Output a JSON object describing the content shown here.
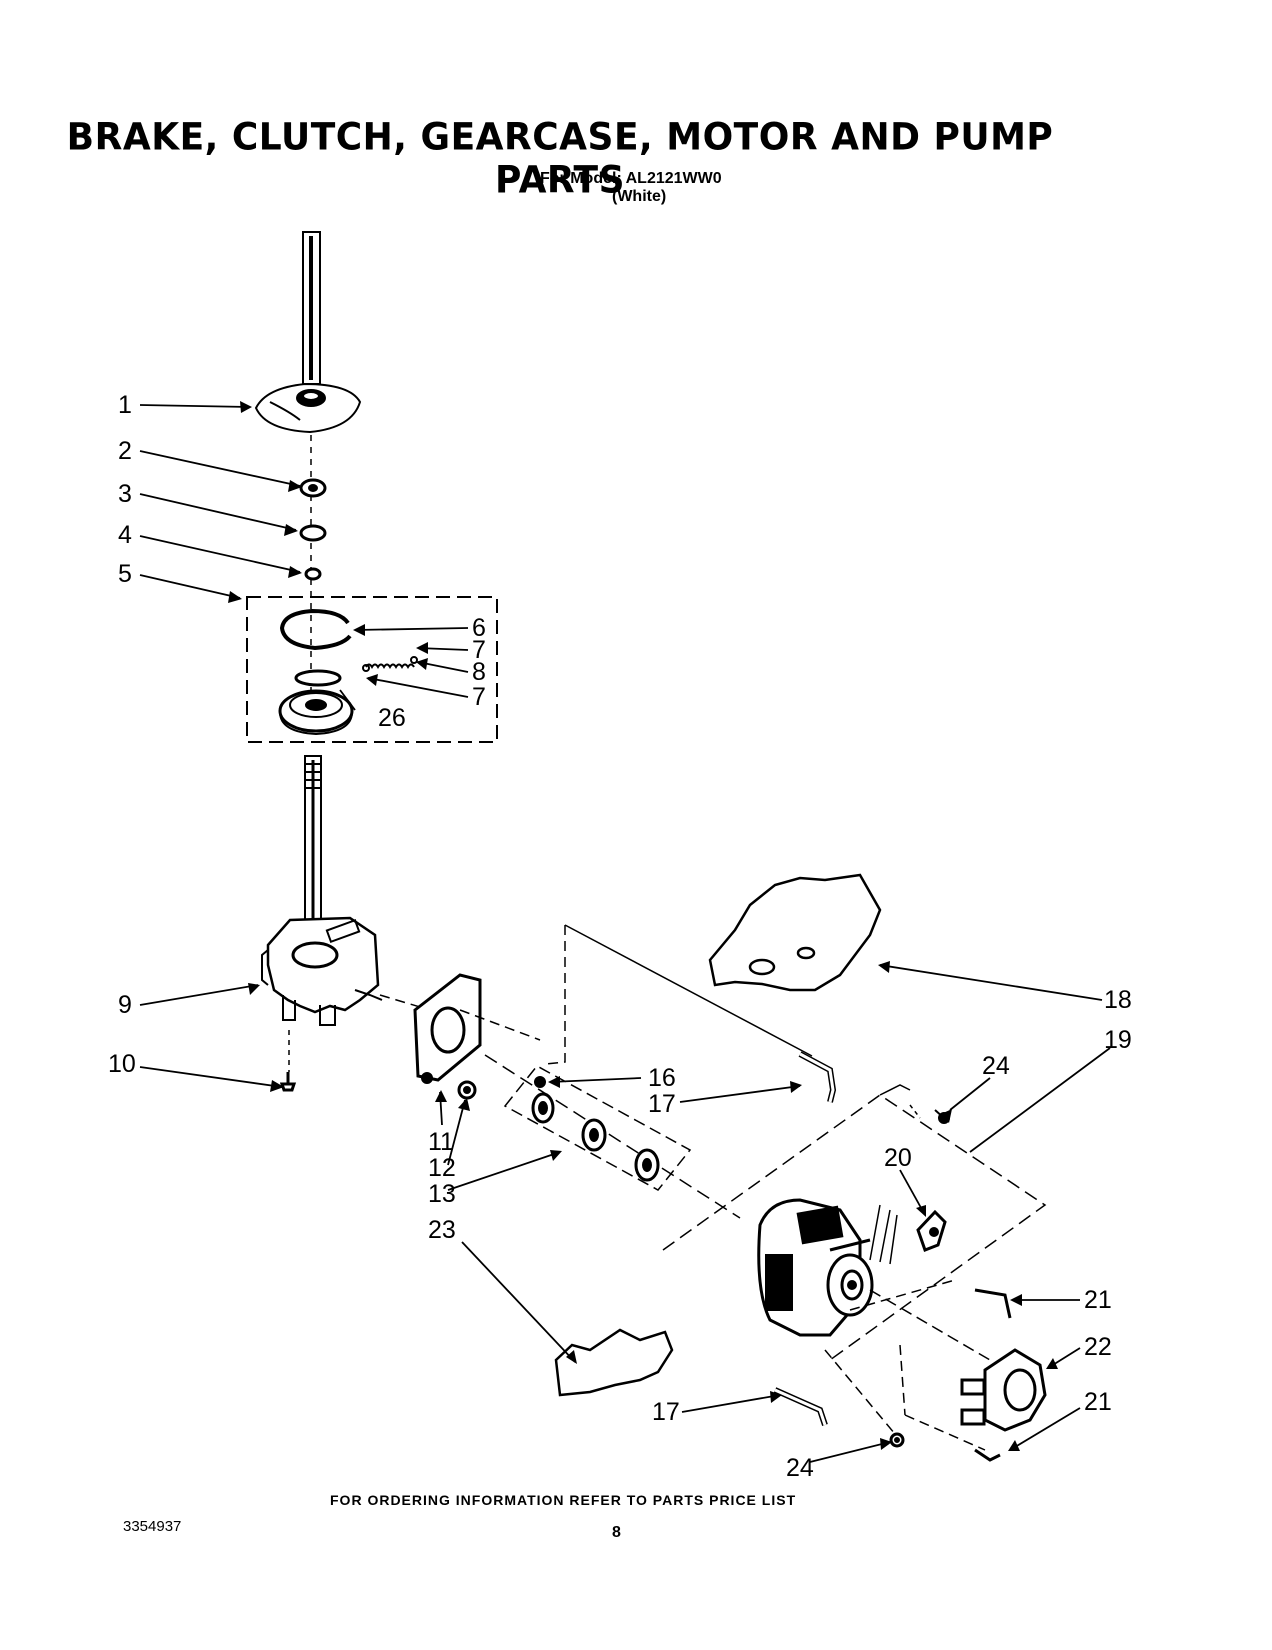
{
  "header": {
    "title": "BRAKE, CLUTCH, GEARCASE, MOTOR AND  PUMP PARTS",
    "model_line": "For Model: AL2121WW0",
    "color_line": "(White)"
  },
  "callouts": [
    "1",
    "2",
    "3",
    "4",
    "5",
    "6",
    "7",
    "8",
    "7",
    "26",
    "9",
    "10",
    "11",
    "12",
    "13",
    "16",
    "17",
    "18",
    "19",
    "24",
    "20",
    "23",
    "21",
    "22",
    "21",
    "17",
    "24"
  ],
  "footer": {
    "ordering_note": "FOR ORDERING INFORMATION REFER TO PARTS PRICE LIST",
    "doc_number": "3354937",
    "page_number": "8"
  }
}
